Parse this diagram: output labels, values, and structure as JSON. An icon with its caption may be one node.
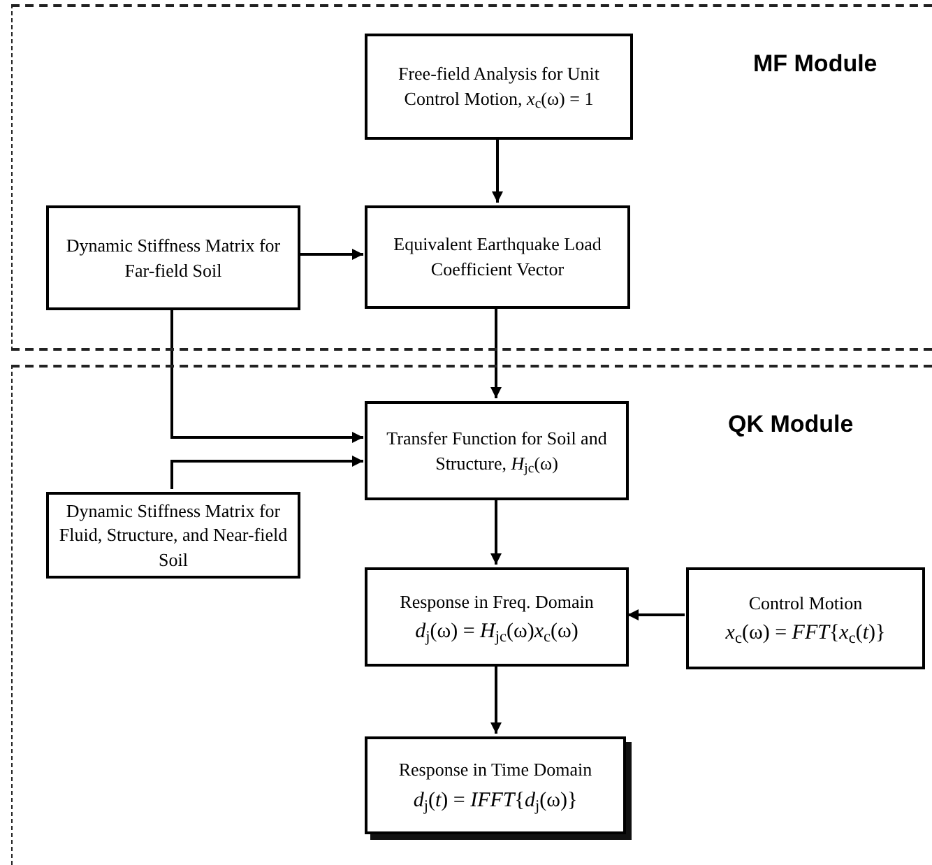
{
  "diagram": {
    "nodes": [
      {
        "text": [
          "MF Module"
        ]
      },
      {
        "text": [
          "Free-field Analysis for Unit Control Motion, *x*$_{c}$(ω) = 1"
        ],
        "in": 0
      },
      {
        "text": [
          "Dynamic Stiffness Matrix for Far-field Soil"
        ],
        "in": 0
      },
      {
        "text": [
          "Equivalent Earthquake Load Coefficient Vector"
        ],
        "in": 0
      },
      {
        "text": [
          "QK Module"
        ]
      },
      {
        "text": [
          "Transfer Function for Soil and Structure, *H*$_{jc}$(ω)"
        ],
        "in": 4
      },
      {
        "text": [
          "Dynamic Stiffness Matrix for Fluid, Structure, and Near-field Soil"
        ],
        "in": 4
      },
      {
        "text": [
          "Response in Freq. Domain",
          "*d*$_{j}$(ω) = *H*$_{jc}$(ω)*x*$_{c}$(ω)"
        ],
        "in": 4
      },
      {
        "text": [
          "Control Motion",
          "*x*$_{c}$(ω) = *FFT*{*x*$_{c}$(*t*)}"
        ],
        "in": 4
      },
      {
        "text": [
          "Response in Time Domain",
          "*d*$_{j}$(*t*) = *IFFT*{*d*$_{j}$(ω)}"
        ],
        "in": 4
      }
    ],
    "edges": [
      {
        "from": 1,
        "to": 3,
        "arrow": "to"
      },
      {
        "from": 2,
        "to": 3,
        "arrow": "to"
      },
      {
        "from": 3,
        "to": 5,
        "arrow": "to"
      },
      {
        "from": 2,
        "to": 5,
        "arrow": "to"
      },
      {
        "from": 6,
        "to": 5,
        "arrow": "to"
      },
      {
        "from": 5,
        "to": 7,
        "arrow": "to"
      },
      {
        "from": 8,
        "to": 7,
        "arrow": "to"
      },
      {
        "from": 7,
        "to": 9,
        "arrow": "to"
      }
    ]
  }
}
